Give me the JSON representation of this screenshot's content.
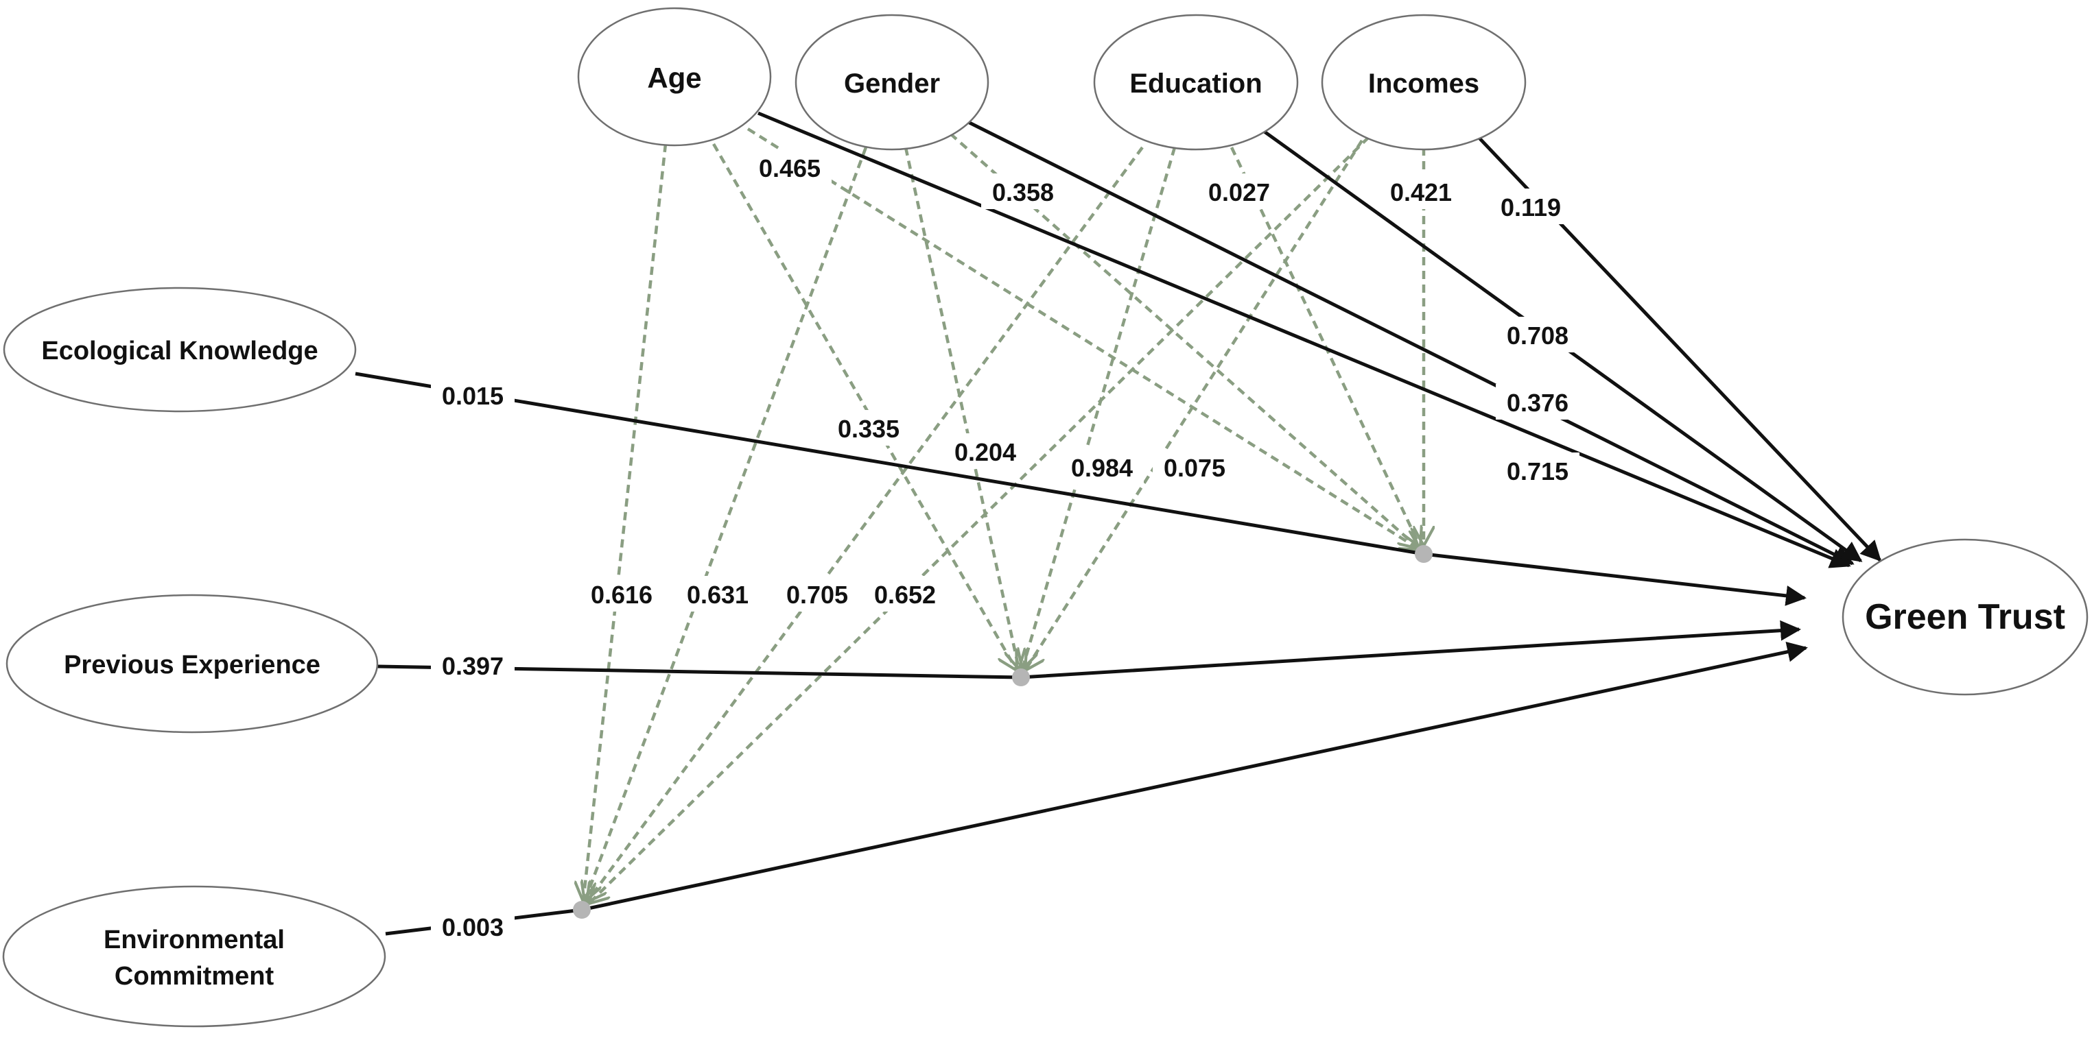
{
  "colors": {
    "solid_path": "#111111",
    "moderation_path": "#8a9e82",
    "junction_dot": "#b5b5b5"
  },
  "nodes": {
    "age": "Age",
    "gender": "Gender",
    "education": "Education",
    "incomes": "Incomes",
    "ecological_knowledge": "Ecological Knowledge",
    "previous_experience": "Previous Experience",
    "environmental_commitment_line1": "Environmental",
    "environmental_commitment_line2": "Commitment",
    "green_trust": "Green Trust"
  },
  "paths": {
    "ecological_knowledge_to_green_trust": "0.015",
    "previous_experience_to_green_trust": "0.397",
    "environmental_commitment_to_green_trust": "0.003",
    "age_to_green_trust": "0.715",
    "gender_to_green_trust": "0.376",
    "education_to_green_trust": "0.708",
    "incomes_to_green_trust": "0.119"
  },
  "moderations": {
    "age_x_ecological_knowledge": "0.465",
    "gender_x_ecological_knowledge": "0.358",
    "education_x_ecological_knowledge": "0.027",
    "incomes_x_ecological_knowledge": "0.421",
    "age_x_previous_experience": "0.335",
    "gender_x_previous_experience": "0.204",
    "education_x_previous_experience": "0.984",
    "incomes_x_previous_experience": "0.075",
    "age_x_environmental_commitment": "0.616",
    "gender_x_environmental_commitment": "0.631",
    "education_x_environmental_commitment": "0.705",
    "incomes_x_environmental_commitment": "0.652"
  }
}
